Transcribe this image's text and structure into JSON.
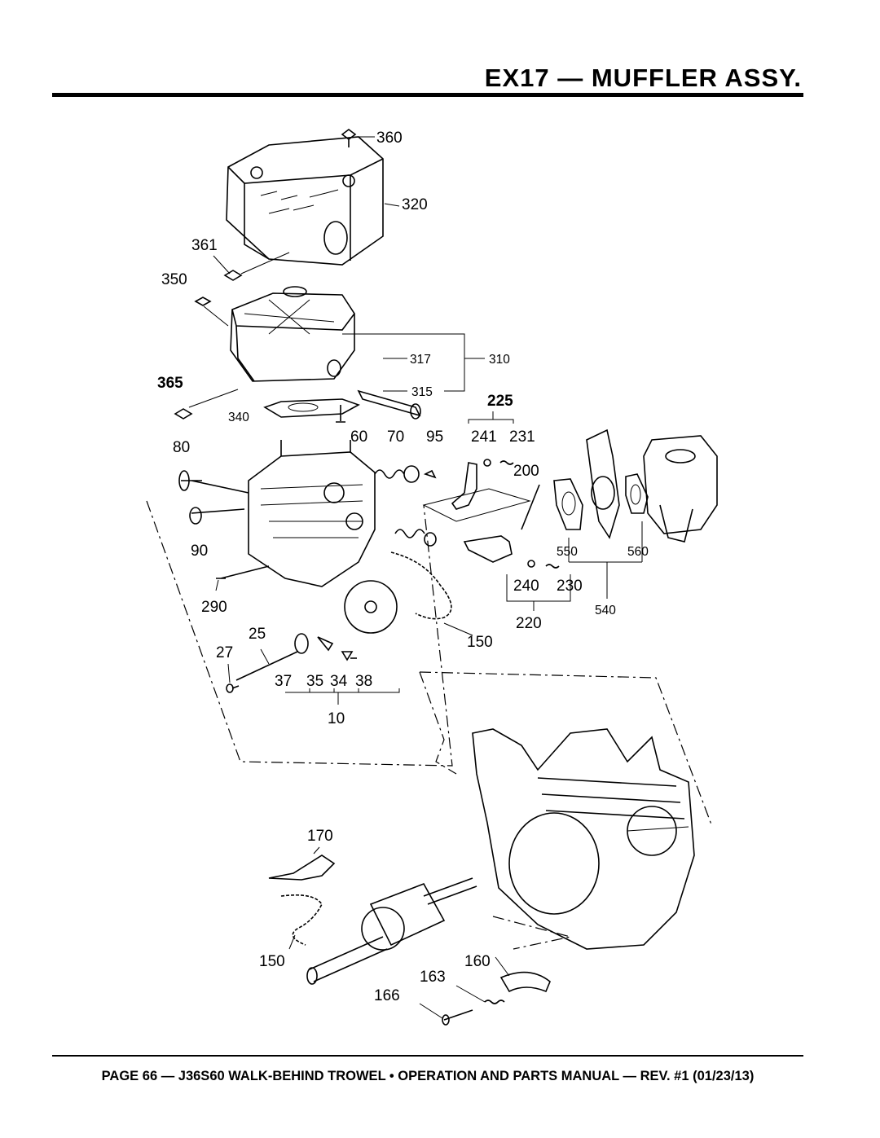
{
  "header": {
    "title": "EX17 — MUFFLER ASSY."
  },
  "footer": {
    "text": "PAGE 66 — J36S60 WALK-BEHIND TROWEL • OPERATION AND PARTS MANUAL — REV. #1 (01/23/13)"
  },
  "callouts": {
    "c360": "360",
    "c320": "320",
    "c361": "361",
    "c350": "350",
    "c317": "317",
    "c310": "310",
    "c315": "315",
    "c365": "365",
    "c340": "340",
    "c225": "225",
    "c241": "241",
    "c231": "231",
    "c80": "80",
    "c60": "60",
    "c70": "70",
    "c95": "95",
    "c200": "200",
    "c90": "90",
    "c550": "550",
    "c560": "560",
    "c240": "240",
    "c230": "230",
    "c290": "290",
    "c540": "540",
    "c220": "220",
    "c25": "25",
    "c150a": "150",
    "c27": "27",
    "c37": "37",
    "c35": "35",
    "c34": "34",
    "c38": "38",
    "c10": "10",
    "c170": "170",
    "c150b": "150",
    "c160": "160",
    "c163": "163",
    "c166": "166"
  }
}
